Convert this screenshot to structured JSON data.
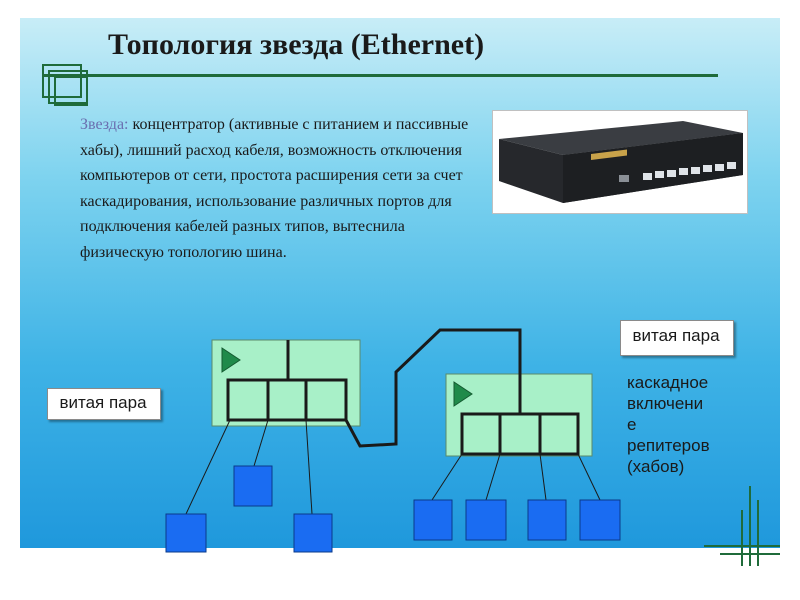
{
  "title": "Топология звезда (Ethernet)",
  "body": {
    "lead": "Звезда:",
    "text": " концентратор (активные с питанием и пассивные хабы), лишний расход кабеля, возможность отключения компьютеров от сети, простота расширения сети за счет каскадирования, использование различных портов для подключения кабелей разных типов, вытеснила физическую топологию шина."
  },
  "labels": {
    "left_twisted_pair": "витая пара",
    "right_twisted_pair": "витая пара",
    "cascade_lines": [
      "каскадное",
      "включени",
      "е",
      "репитеров",
      "(хабов)"
    ]
  },
  "image": {
    "description_icon": "network-switch-photo"
  },
  "colors": {
    "hub_fill": "#a8f0c8",
    "node_fill": "#1a6cf2",
    "cable": "#1a1a1a",
    "accent_green": "#1f6b3a",
    "lead_text": "#6a6fb0"
  }
}
